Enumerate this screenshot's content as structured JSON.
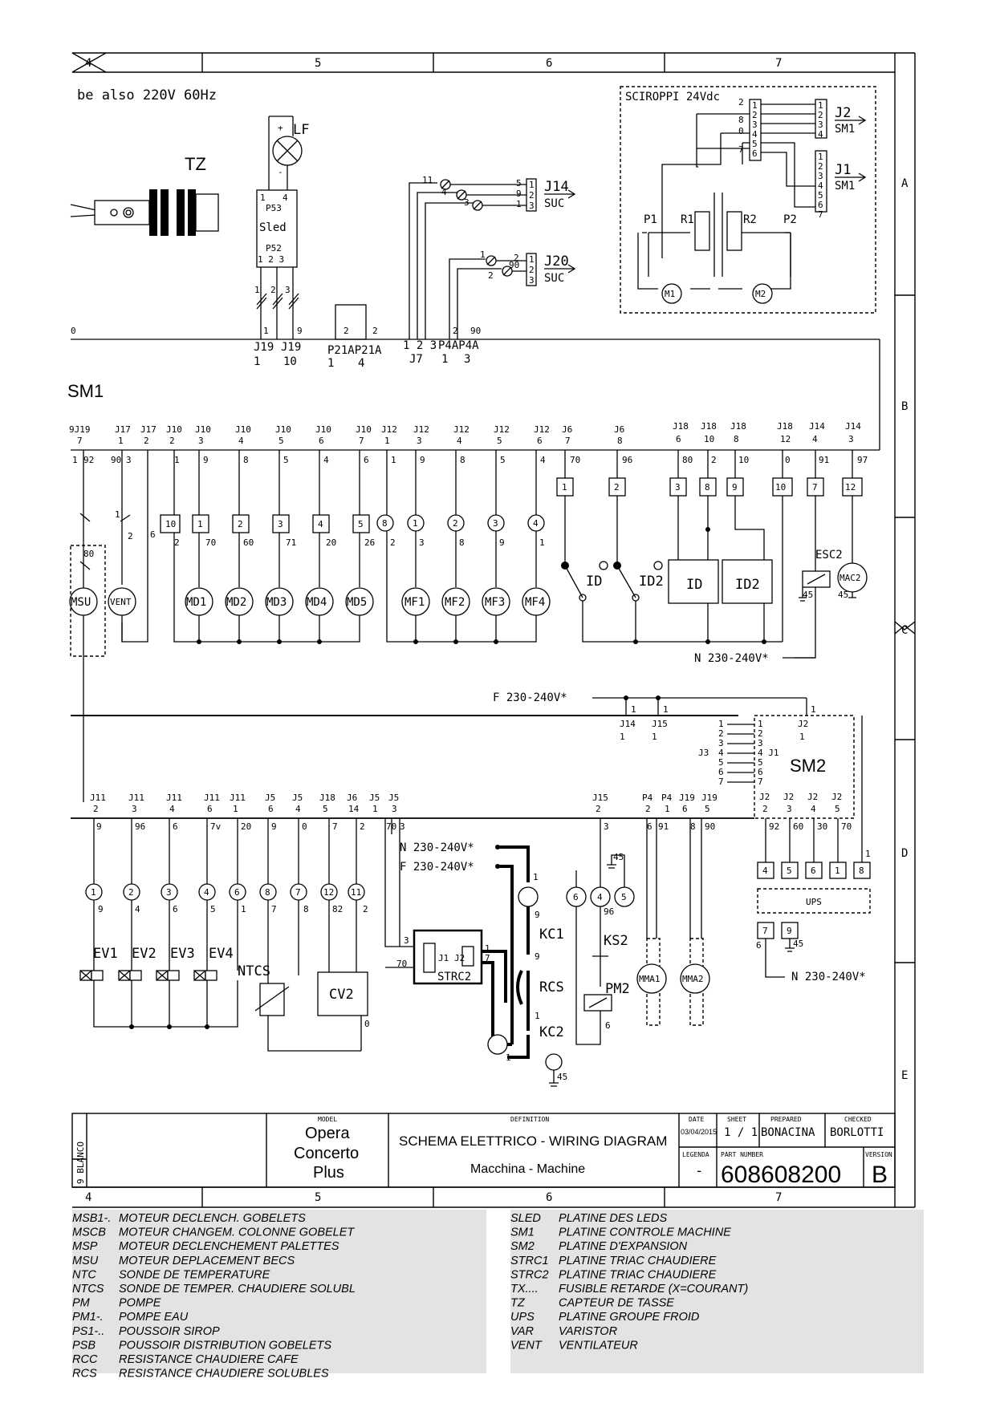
{
  "frame": {
    "columns": [
      "4",
      "5",
      "6",
      "7"
    ],
    "rows": [
      "A",
      "B",
      "C",
      "D",
      "E"
    ]
  },
  "notes": {
    "voltage": "be also 220V 60Hz",
    "sm1": "SM1",
    "n_230_right": "N 230-240V*",
    "f_230": "F 230-240V*",
    "n_230_left": "N 230-240V*",
    "f_230_left": "F 230-240V*",
    "n_230_ups": "N 230-240V*"
  },
  "components": {
    "tz": "TZ",
    "lf": "LF",
    "sled": "Sled",
    "p53": "P53",
    "p52": "P52",
    "sciroppi": "SCIROPPI 24Vdc",
    "j2_sm1": [
      "J2",
      "SM1"
    ],
    "j1_sm1": [
      "J1",
      "SM1"
    ],
    "j14_suc": [
      "J14",
      "SUC"
    ],
    "j20_suc": [
      "J20",
      "SUC"
    ],
    "p1": "P1",
    "r1": "R1",
    "r2": "R2",
    "p2": "P2",
    "m1": "M1",
    "m2": "M2",
    "msu": "MSU",
    "vent": "VENT",
    "md": [
      "MD1",
      "MD2",
      "MD3",
      "MD4",
      "MD5"
    ],
    "mf": [
      "MF1",
      "MF2",
      "MF3",
      "MF4"
    ],
    "id": "ID",
    "id2": "ID2",
    "esc2": "ESC2",
    "mac2": "MAC2",
    "sm2": "SM2",
    "ups": "UPS",
    "ev": [
      "EV1",
      "EV2",
      "EV3",
      "EV4"
    ],
    "ntcs": "NTCS",
    "cv2": "CV2",
    "strc2": "STRC2",
    "kc1": "KC1",
    "rcs": "RCS",
    "kc2": "KC2",
    "ks2": "KS2",
    "pm2": "PM2",
    "mma1": "MMA1",
    "mma2": "MMA2"
  },
  "title_block": {
    "model_label": "MODEL",
    "model_lines": [
      "Opera",
      "Concerto",
      "Plus"
    ],
    "definition_label": "DEFINITION",
    "definition": "SCHEMA ELETTRICO - WIRING DIAGRAM",
    "subtitle": "Macchina - Machine",
    "date_label": "DATE",
    "date": "03/04/2015",
    "sheet_label": "SHEET",
    "sheet": "1 / 1",
    "prepared_label": "PREPARED",
    "prepared": "BONACINA",
    "checked_label": "CHECKED",
    "checked": "BORLOTTI",
    "legenda_label": "LEGENDA",
    "legenda": "-",
    "part_label": "PART NUMBER",
    "part": "608608200",
    "version_label": "VERSION",
    "version": "B",
    "side_text": "9 BLANCO"
  },
  "legend": {
    "left": [
      [
        "MSB1-.",
        "MOTEUR DECLENCH. GOBELETS"
      ],
      [
        "MSCB",
        "MOTEUR CHANGEM. COLONNE GOBELET"
      ],
      [
        "MSP",
        "MOTEUR DECLENCHEMENT PALETTES"
      ],
      [
        "MSU",
        "MOTEUR DEPLACEMENT BECS"
      ],
      [
        "NTC",
        "SONDE DE TEMPERATURE"
      ],
      [
        "NTCS",
        "SONDE DE TEMPER. CHAUDIERE SOLUBL"
      ],
      [
        "PM",
        "POMPE"
      ],
      [
        "PM1-.",
        "POMPE EAU"
      ],
      [
        "PS1-..",
        "POUSSOIR SIROP"
      ],
      [
        "PSB",
        "POUSSOIR DISTRIBUTION GOBELETS"
      ],
      [
        "RCC",
        "RESISTANCE CHAUDIERE CAFE"
      ],
      [
        "RCS",
        "RESISTANCE CHAUDIERE SOLUBLES"
      ]
    ],
    "right": [
      [
        "SLED",
        "PLATINE DES LEDS"
      ],
      [
        "SM1",
        "PLATINE CONTROLE MACHINE"
      ],
      [
        "SM2",
        "PLATINE D'EXPANSION"
      ],
      [
        "STRC1",
        "PLATINE TRIAC CHAUDIERE"
      ],
      [
        "STRC2",
        "PLATINE TRIAC CHAUDIERE"
      ],
      [
        "TX....",
        "FUSIBLE RETARDE (X=COURANT)"
      ],
      [
        "TZ",
        "CAPTEUR DE TASSE"
      ],
      [
        "UPS",
        "PLATINE GROUPE  FROID"
      ],
      [
        "VAR",
        "VARISTOR"
      ],
      [
        "VENT",
        "VENTILATEUR"
      ]
    ]
  }
}
